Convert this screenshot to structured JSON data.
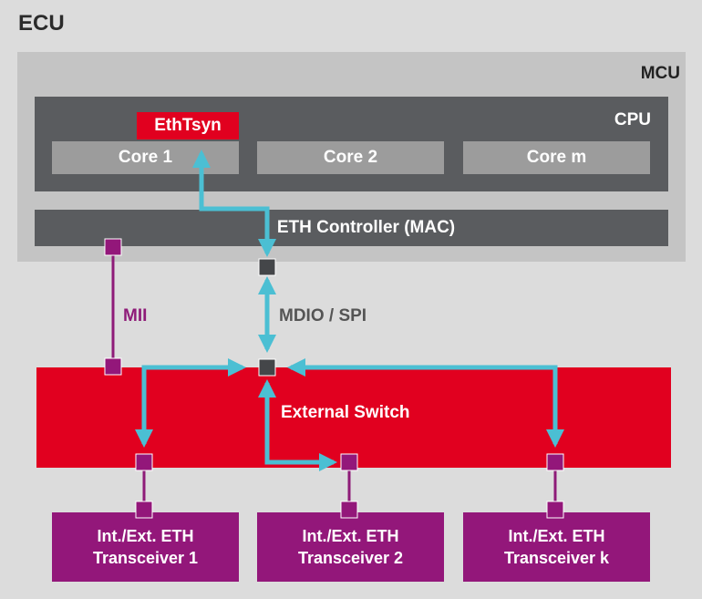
{
  "ecu": {
    "title": "ECU"
  },
  "mcu": {
    "label": "MCU"
  },
  "cpu": {
    "label": "CPU",
    "ethtsyn": "EthTsyn",
    "cores": [
      "Core 1",
      "Core 2",
      "Core m"
    ]
  },
  "mac": {
    "label": "ETH Controller (MAC)"
  },
  "interfaces": {
    "mii": "MII",
    "mdio": "MDIO / SPI"
  },
  "switch": {
    "label": "External Switch"
  },
  "transceivers": [
    {
      "line1": "Int./Ext. ETH",
      "line2": "Transceiver 1"
    },
    {
      "line1": "Int./Ext. ETH",
      "line2": "Transceiver 2"
    },
    {
      "line1": "Int./Ext. ETH",
      "line2": "Transceiver k"
    }
  ],
  "colors": {
    "background": "#dcdcdc",
    "mcu": "#c4c4c4",
    "cpu": "#5a5c5f",
    "core": "#9c9c9c",
    "accent_red": "#e1001f",
    "transceiver_purple": "#93177a",
    "arrow_cyan": "#4bbfd3",
    "port_dark": "#444649"
  }
}
